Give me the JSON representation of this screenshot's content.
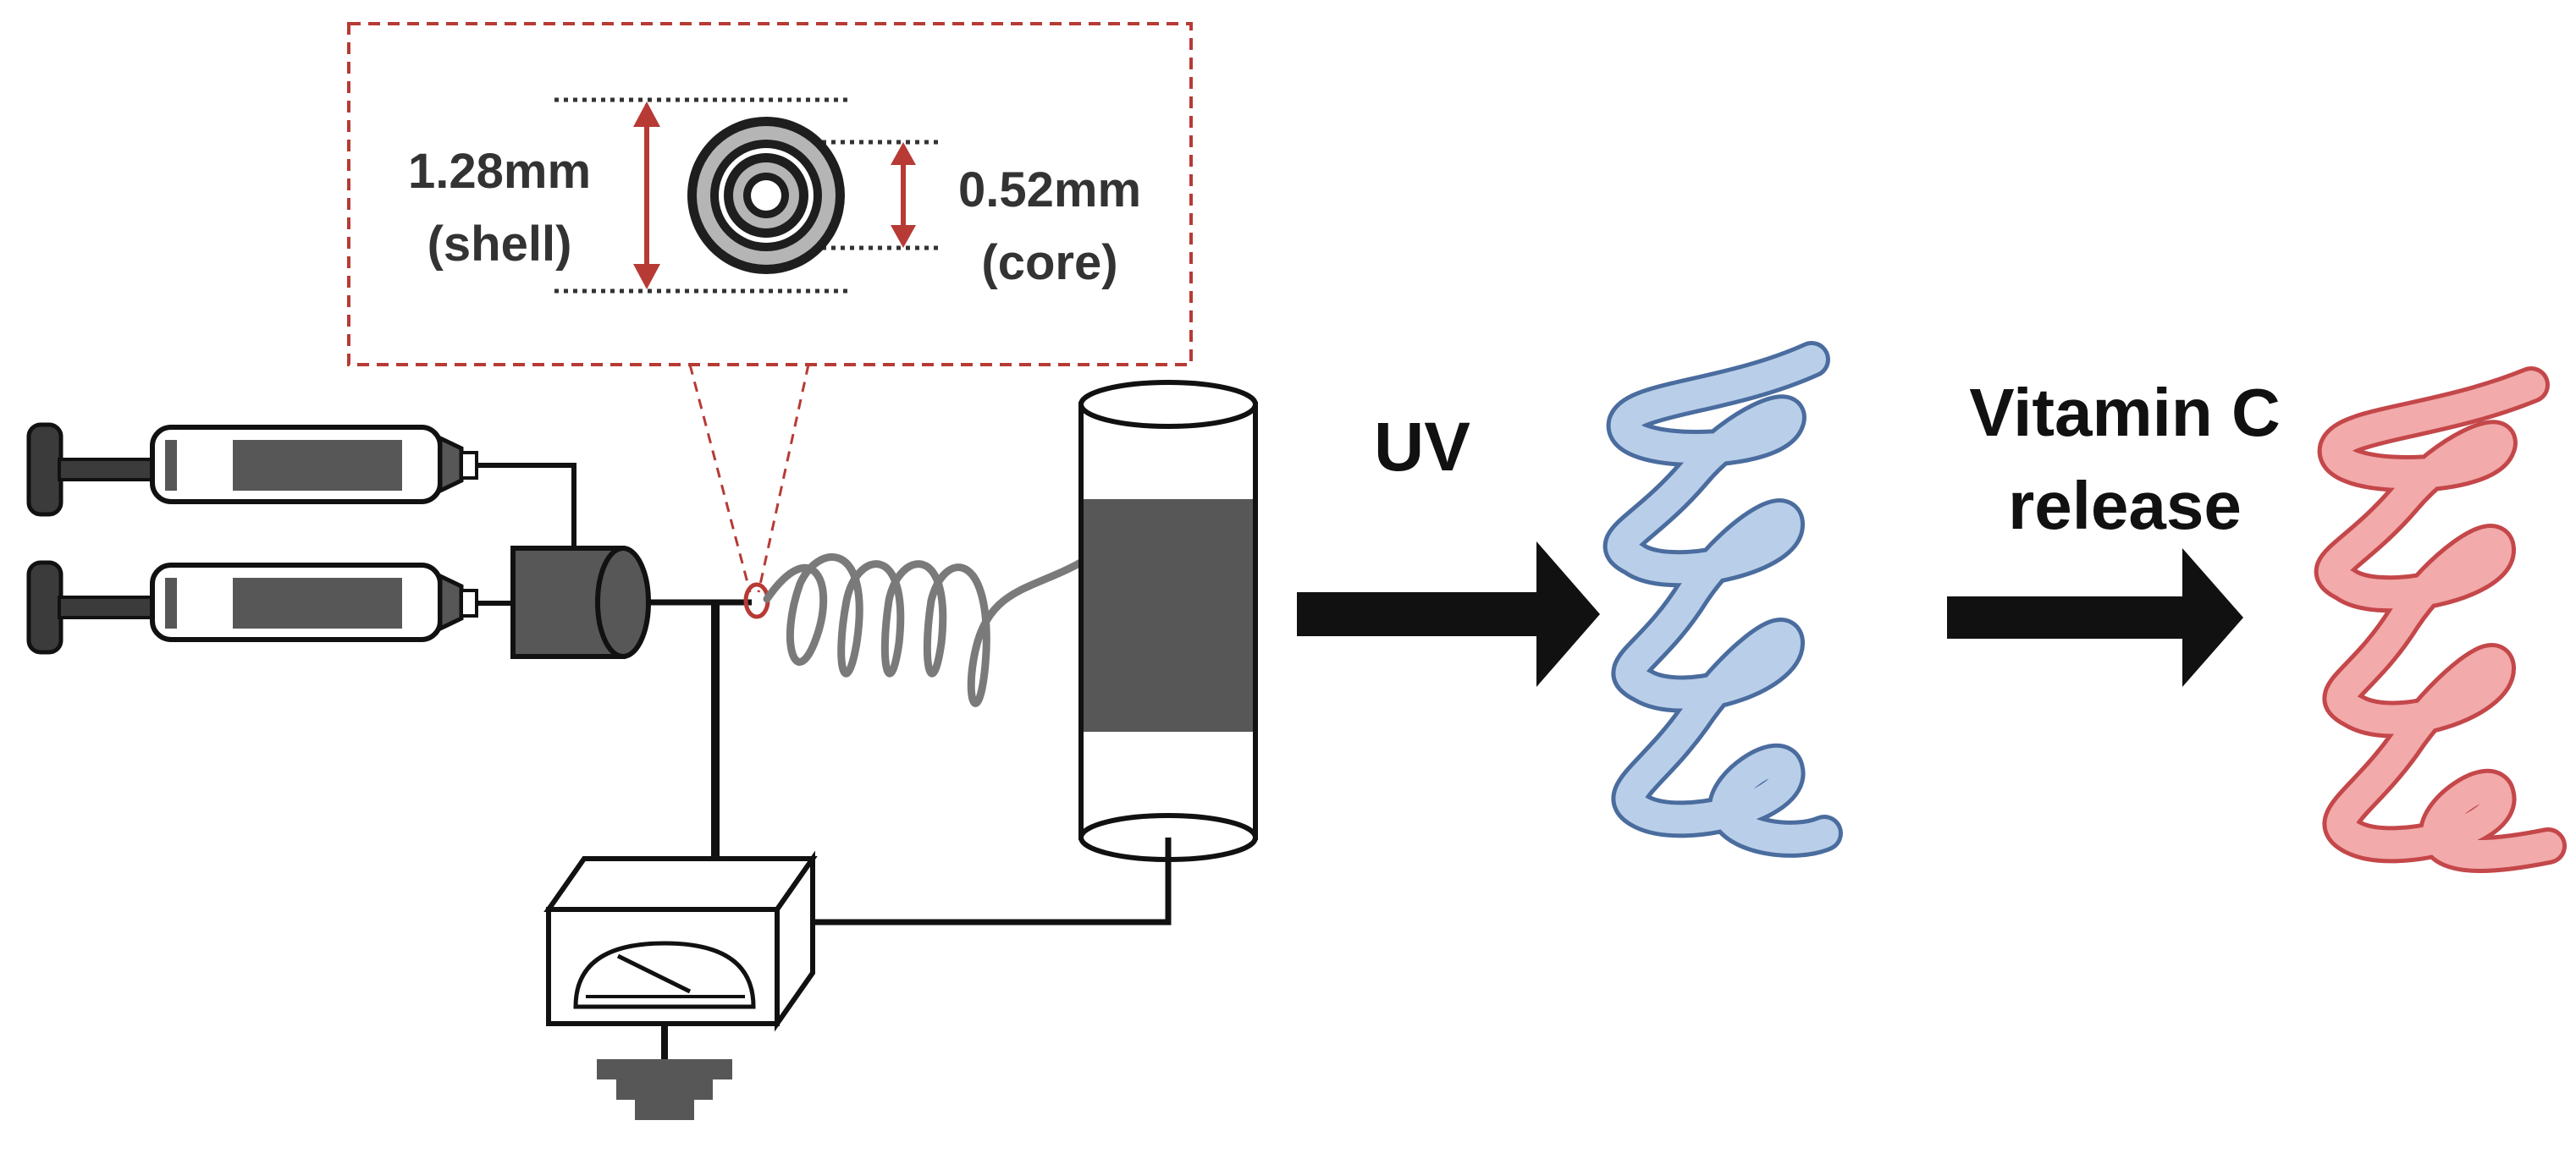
{
  "inset": {
    "shell_value": "1.28mm",
    "shell_label": "(shell)",
    "core_value": "0.52mm",
    "core_label": "(core)"
  },
  "steps": {
    "uv_label": "UV",
    "release_line1": "Vitamin C",
    "release_line2": "release"
  },
  "colors": {
    "accent_red": "#b73a35",
    "fiber_gray": "#7a7a7a",
    "blue_fill": "#b9cfe9",
    "blue_edge": "#4a6c9e",
    "red_fill": "#f2aaaa",
    "red_edge": "#c4474a",
    "dark_gray": "#575757"
  }
}
